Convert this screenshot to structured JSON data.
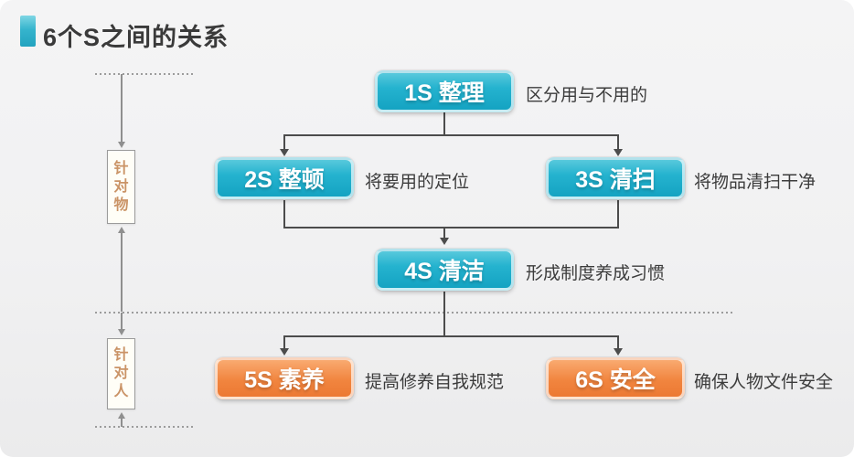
{
  "title": {
    "text": "6个S之间的关系"
  },
  "colors": {
    "accent_teal": "#2cb4cf",
    "node_teal": "#1aa8c6",
    "node_orange": "#f0833e",
    "connector": "#4c4c4c",
    "rail": "#8f8f8f",
    "rail_label_text": "#ca9366"
  },
  "nodes": [
    {
      "id": "1s",
      "label": "1S 整理",
      "desc": "区分用与不用的",
      "color": "teal"
    },
    {
      "id": "2s",
      "label": "2S 整顿",
      "desc": "将要用的定位",
      "color": "teal"
    },
    {
      "id": "3s",
      "label": "3S 清扫",
      "desc": "将物品清扫干净",
      "color": "teal"
    },
    {
      "id": "4s",
      "label": "4S 清洁",
      "desc": "形成制度养成习惯",
      "color": "teal"
    },
    {
      "id": "5s",
      "label": "5S 素养",
      "desc": "提高修养自我规范",
      "color": "orange"
    },
    {
      "id": "6s",
      "label": "6S 安全",
      "desc": "确保人物文件安全",
      "color": "orange"
    }
  ],
  "rails": [
    {
      "label": "针对物"
    },
    {
      "label": "针对人"
    }
  ]
}
